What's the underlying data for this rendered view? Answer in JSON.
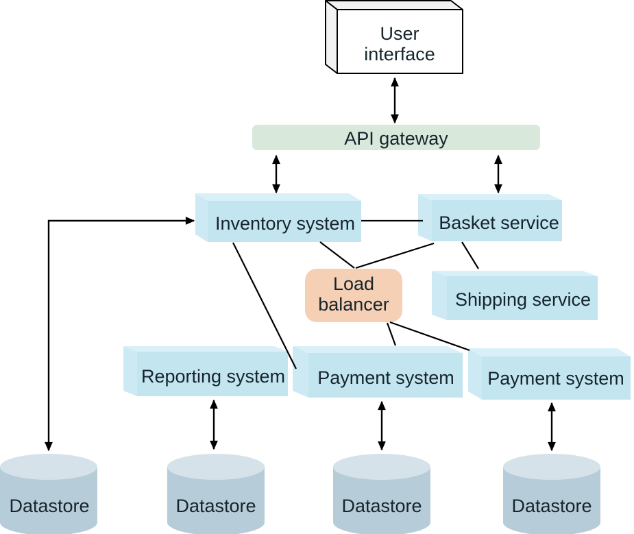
{
  "diagram": {
    "description": "E-commerce system architecture diagram",
    "nodes": {
      "user_interface": {
        "line1": "User",
        "line2": "interface",
        "shape": "3d-box-white"
      },
      "api_gateway": {
        "label": "API gateway",
        "shape": "flat-rect-green"
      },
      "inventory_system": {
        "label": "Inventory system",
        "shape": "3d-box-blue"
      },
      "basket_service": {
        "label": "Basket service",
        "shape": "3d-box-blue"
      },
      "shipping_service": {
        "label": "Shipping service",
        "shape": "3d-box-blue"
      },
      "load_balancer": {
        "line1": "Load",
        "line2": "balancer",
        "shape": "rounded-rect-peach"
      },
      "reporting_system": {
        "label": "Reporting system",
        "shape": "3d-box-blue"
      },
      "payment_system_1": {
        "label": "Payment system",
        "shape": "3d-box-blue"
      },
      "payment_system_2": {
        "label": "Payment system",
        "shape": "3d-box-blue"
      },
      "datastore_1": {
        "label": "Datastore",
        "shape": "cylinder"
      },
      "datastore_2": {
        "label": "Datastore",
        "shape": "cylinder"
      },
      "datastore_3": {
        "label": "Datastore",
        "shape": "cylinder"
      },
      "datastore_4": {
        "label": "Datastore",
        "shape": "cylinder"
      }
    },
    "edges": [
      {
        "from": "user_interface",
        "to": "api_gateway",
        "type": "double-arrow"
      },
      {
        "from": "api_gateway",
        "to": "inventory_system",
        "type": "double-arrow"
      },
      {
        "from": "api_gateway",
        "to": "basket_service",
        "type": "double-arrow"
      },
      {
        "from": "inventory_system",
        "to": "basket_service",
        "type": "line"
      },
      {
        "from": "inventory_system",
        "to": "payment_system_1",
        "type": "line"
      },
      {
        "from": "inventory_system",
        "to": "load_balancer",
        "type": "line"
      },
      {
        "from": "basket_service",
        "to": "load_balancer",
        "type": "line"
      },
      {
        "from": "basket_service",
        "to": "shipping_service",
        "type": "line"
      },
      {
        "from": "load_balancer",
        "to": "payment_system_1",
        "type": "line"
      },
      {
        "from": "load_balancer",
        "to": "payment_system_2",
        "type": "line"
      },
      {
        "from": "elbow-left",
        "to": "inventory_system",
        "type": "arrow"
      },
      {
        "from": "elbow-left",
        "to": "datastore_1",
        "type": "arrow"
      },
      {
        "from": "reporting_system",
        "to": "datastore_2",
        "type": "double-arrow"
      },
      {
        "from": "payment_system_1",
        "to": "datastore_3",
        "type": "double-arrow"
      },
      {
        "from": "payment_system_2",
        "to": "datastore_4",
        "type": "double-arrow"
      }
    ]
  },
  "colors": {
    "box_front": "#c2e5f0",
    "box_top": "#daf0f8",
    "box_left": "#cdeaf4",
    "api_gateway_fill": "#d8e9dc",
    "load_balancer_fill": "#f6d0b5",
    "datastore_body": "#b7ccd9",
    "datastore_top": "#d6e2ea",
    "ui_box_fill": "#ffffff",
    "ui_box_side": "#f2f2f2",
    "ui_box_border": "#000000",
    "line": "#000000",
    "text": "#16242c"
  }
}
